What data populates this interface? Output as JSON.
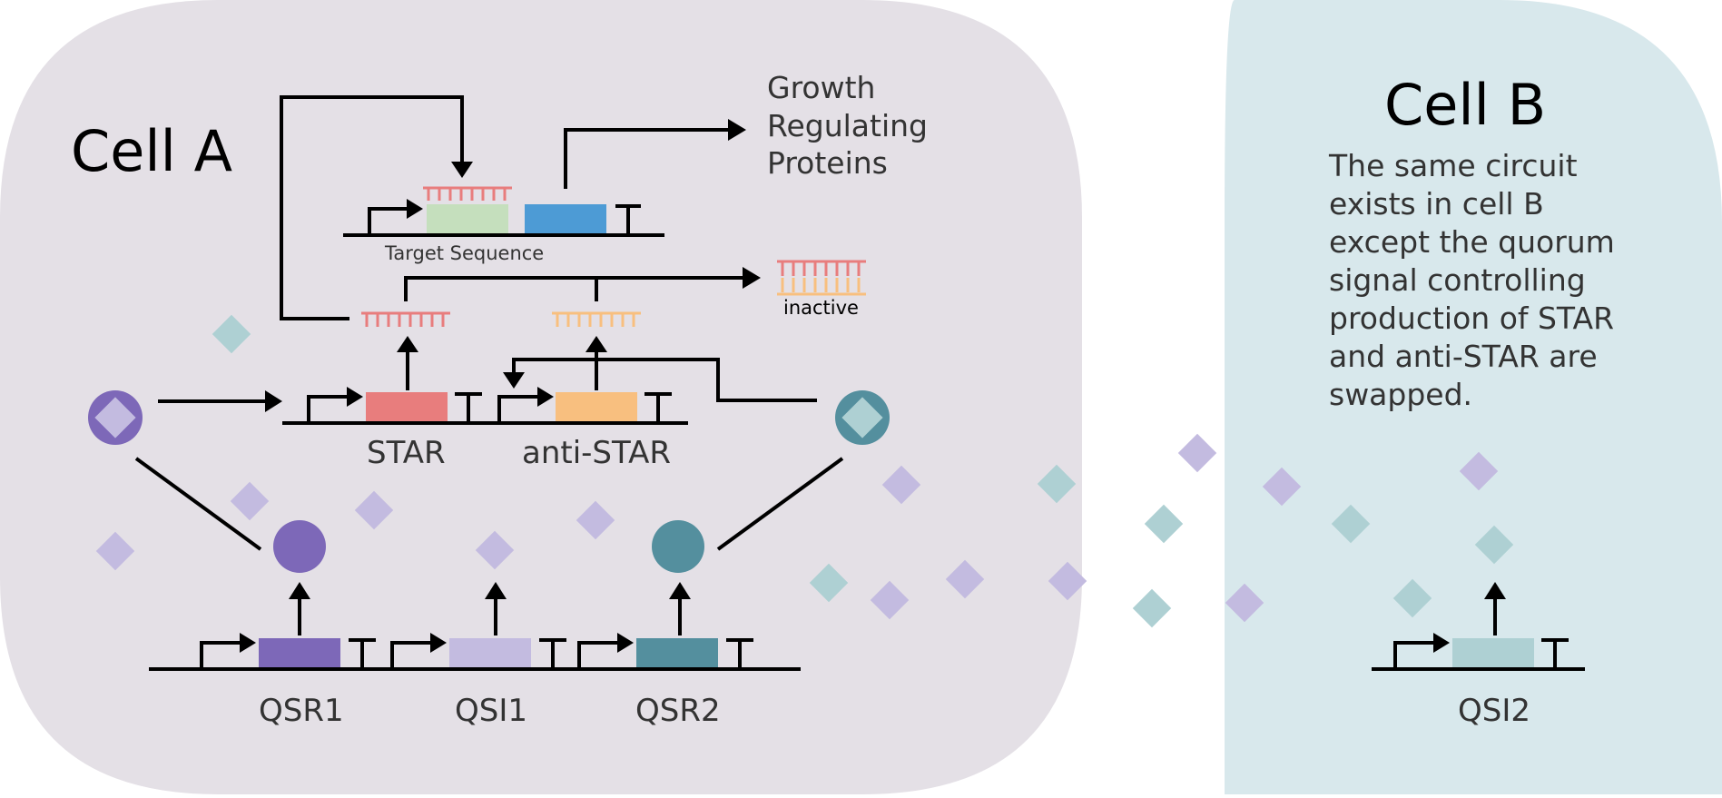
{
  "cell_a": {
    "title": "Cell A"
  },
  "cell_b": {
    "title": "Cell B",
    "description_lines": [
      "The same circuit",
      "exists in cell B",
      "except the quorum",
      "signal controlling",
      "production of STAR",
      "and anti-STAR are",
      "swapped."
    ]
  },
  "labels": {
    "growth": [
      "Growth",
      "Regulating",
      "Proteins"
    ],
    "target_sequence": "Target Sequence",
    "inactive": "inactive",
    "star": "STAR",
    "anti_star": "anti-STAR",
    "qsr1": "QSR1",
    "qsi1": "QSI1",
    "qsr2": "QSR2",
    "qsi2": "QSI2"
  },
  "colors": {
    "cell_a_bg": "#e4e0e6",
    "cell_b_bg": "#d8e8ec",
    "purple_dark": "#7d68b8",
    "purple_light": "#c3bbe0",
    "teal_dark": "#548f9e",
    "teal_light": "#aed0d3",
    "star_red": "#e87d7d",
    "anti_star_orange": "#f8bf7f",
    "target_green": "#c5dfbd",
    "growth_blue": "#4d9bd5"
  }
}
